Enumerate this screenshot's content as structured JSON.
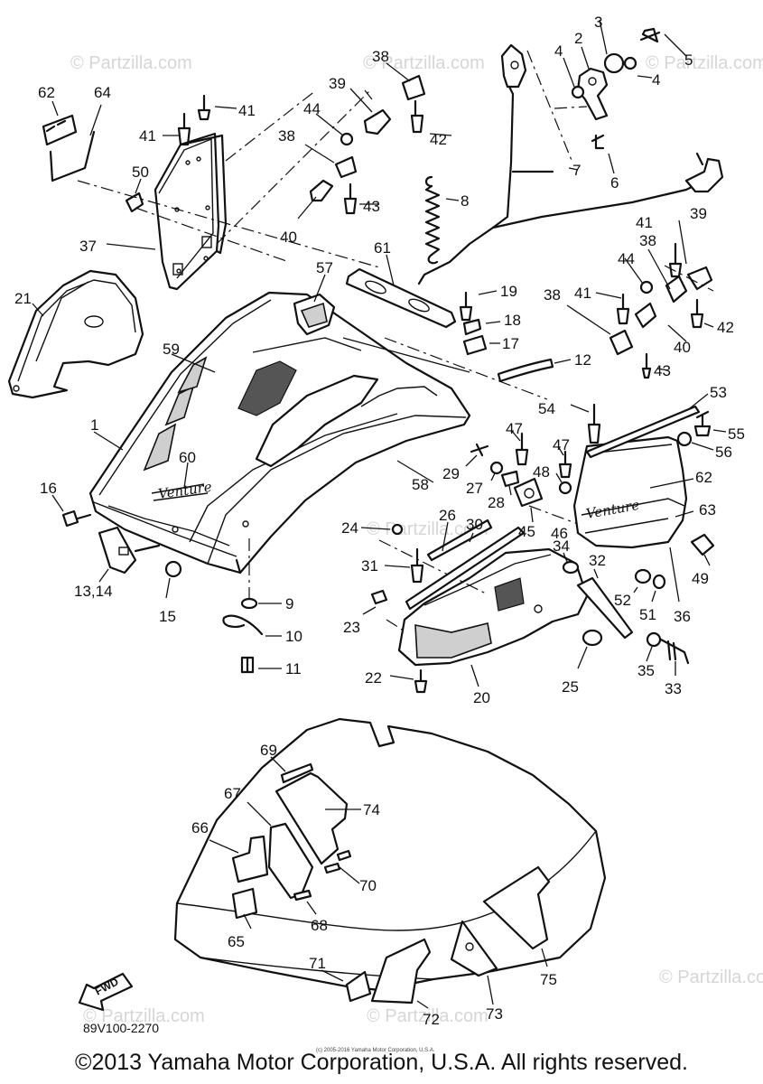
{
  "watermark": "© Partzilla.com",
  "brand_badge": "Venture",
  "fwd_arrow": "FWD",
  "diagram_code": "89V100-2270",
  "fine_print": "(c) 2005-2016 Yamaha Motor Corporation, U.S.A.",
  "copyright": "©2013 Yamaha Motor Corporation, U.S.A. All rights reserved.",
  "callouts": [
    "1",
    "2",
    "3",
    "4",
    "4",
    "5",
    "6",
    "7",
    "8",
    "9",
    "10",
    "11",
    "12",
    "13,14",
    "15",
    "16",
    "17",
    "18",
    "19",
    "20",
    "21",
    "22",
    "23",
    "24",
    "25",
    "26",
    "27",
    "28",
    "29",
    "30",
    "31",
    "32",
    "33",
    "34",
    "35",
    "36",
    "37",
    "38",
    "38",
    "38",
    "38",
    "39",
    "39",
    "40",
    "40",
    "41",
    "41",
    "41",
    "41",
    "42",
    "42",
    "43",
    "43",
    "44",
    "44",
    "45",
    "46",
    "47",
    "47",
    "48",
    "49",
    "50",
    "51",
    "52",
    "53",
    "54",
    "55",
    "56",
    "57",
    "58",
    "59",
    "60",
    "61",
    "62",
    "62",
    "63",
    "64",
    "65",
    "66",
    "67",
    "68",
    "69",
    "70",
    "71",
    "72",
    "73",
    "74",
    "75"
  ]
}
